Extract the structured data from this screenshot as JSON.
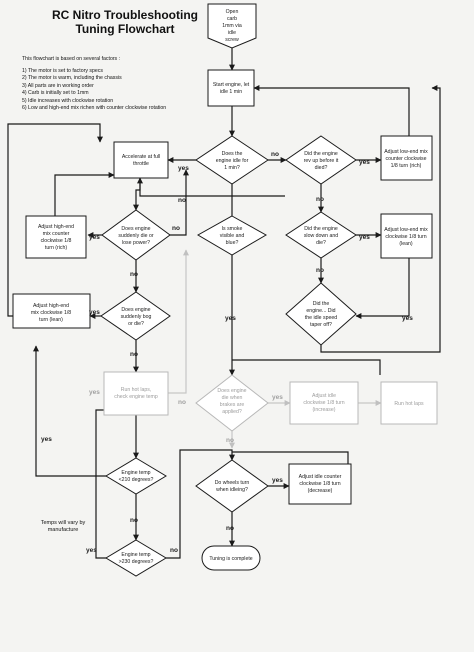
{
  "title": {
    "line1": "RC Nitro Troubleshooting",
    "line2": "Tuning Flowchart"
  },
  "intro": {
    "heading": "This flowchart is based on several factors :",
    "factors": [
      "1) The motor is set to factory specs",
      "2) The motor is warm, including the chassis",
      "3) All parts are in working order",
      "4) Carb is initially set to 1mm",
      "5) Idle increases with clockwise rotation",
      "6) Low and high-end mix richen with counter clockwise rotation"
    ]
  },
  "note": {
    "line1": "Temps will vary by",
    "line2": "manufacture"
  },
  "nodes": {
    "start": [
      "Open",
      "carb",
      "1mm via",
      "idle",
      "screw"
    ],
    "start_engine": [
      "Start engine, let",
      "idle 1 min"
    ],
    "idle_1min": [
      "Does the",
      "engine idle for",
      "1 min?"
    ],
    "rev_up": [
      "Did the engine",
      "rev up before it",
      "died?"
    ],
    "adj_low_rich": [
      "Adjust low-end mix",
      "counter clockwise",
      "1/8 turn (rich)"
    ],
    "accelerate": [
      "Accelerate at full",
      "throttle"
    ],
    "slow_down": [
      "Did the engine",
      "slow down and",
      "die?"
    ],
    "adj_low_lean": [
      "Adjust low-end mix",
      "clockwise 1/8 turn",
      "(lean)"
    ],
    "adj_high_rich": [
      "Adjust high-end",
      "mix counter",
      "clockwise 1/8",
      "turn (rich)"
    ],
    "die_suddenly": [
      "Does engine",
      "suddenly die or",
      "lose power?"
    ],
    "smoke": [
      "Is smoke",
      "visible and",
      "blue?"
    ],
    "taper_off": [
      "Did the",
      "engine... Did",
      "the idle speed",
      "taper off?"
    ],
    "adj_high_lean": [
      "Adjust high-end",
      "mix clockwise 1/8",
      "turn (lean)"
    ],
    "bog": [
      "Does engine",
      "suddenly bog",
      "or die?"
    ],
    "run_hot_laps_left": [
      "Run hot laps,",
      "check engine temp"
    ],
    "die_brakes": [
      "Does engine",
      "die when",
      "brakes are",
      "applied?"
    ],
    "adj_idle_cw": [
      "Adjust idle",
      "clockwise 1/8 turn",
      "(increase)"
    ],
    "run_hot_laps_right": [
      "Run hot laps"
    ],
    "temp_210": [
      "Engine temp",
      "<210 degrees?"
    ],
    "wheels_turn": [
      "Do wheels turn",
      "when idleing?"
    ],
    "adj_idle_ccw": [
      "Adjust idle counter",
      "clockwise 1/8 turn",
      "(decrease)"
    ],
    "temp_230": [
      "Engine temp",
      ">230 degrees?"
    ],
    "complete": [
      "Tuning is complete"
    ]
  },
  "labels": {
    "yes": "yes",
    "no": "no"
  }
}
